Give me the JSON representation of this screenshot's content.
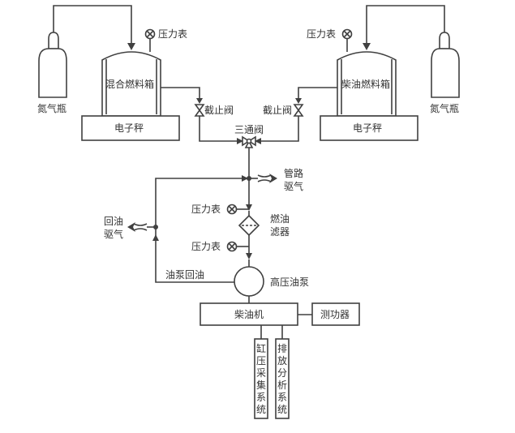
{
  "diagram": {
    "left_cylinder": {
      "label": "氮气瓶"
    },
    "right_cylinder": {
      "label": "氮气瓶"
    },
    "left_tank": {
      "label": "混合燃料箱",
      "gauge_label": "压力表",
      "scale_label": "电子秤",
      "valve_label": "截止阀"
    },
    "right_tank": {
      "label": "柴油燃料箱",
      "gauge_label": "压力表",
      "scale_label": "电子秤",
      "valve_label": "截止阀"
    },
    "three_way_valve": {
      "label": "三通阀"
    },
    "pipe_purge": {
      "line1": "管路",
      "line2": "驱气"
    },
    "return_purge": {
      "line1": "回油",
      "line2": "驱气"
    },
    "filter": {
      "line1": "燃油",
      "line2": "滤器",
      "gauge_top_label": "压力表",
      "gauge_bottom_label": "压力表"
    },
    "pump_return": {
      "label": "油泵回油"
    },
    "pump": {
      "label": "高压油泵"
    },
    "engine": {
      "label": "柴油机"
    },
    "dynamometer": {
      "label": "测功器"
    },
    "cylinder_pressure": {
      "chars": [
        "缸",
        "压",
        "采",
        "集",
        "系",
        "统"
      ]
    },
    "emission_analysis": {
      "chars": [
        "排",
        "放",
        "分",
        "析",
        "系",
        "统"
      ]
    }
  }
}
